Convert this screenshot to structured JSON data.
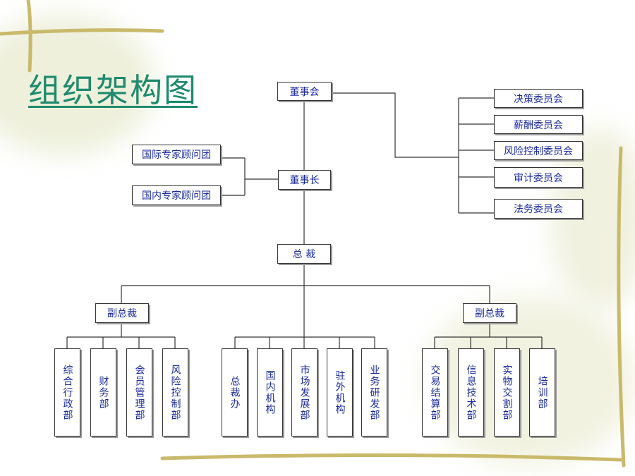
{
  "title": "组织架构图",
  "board": "董事会",
  "chairman": "董事长",
  "president": "总 裁",
  "committees": [
    "决策委员会",
    "薪酬委员会",
    "风险控制委员会",
    "审计委员会",
    "法务委员会"
  ],
  "advisors": [
    "国际专家顾问团",
    "国内专家顾问团"
  ],
  "vp_left": "副总裁",
  "vp_right": "副总裁",
  "departments_left": [
    "综合行政部",
    "财务部",
    "会员管理部",
    "风险控制部"
  ],
  "departments_center": [
    "总裁办",
    "国内机构",
    "市场发展部",
    "驻外机构",
    "业务研发部"
  ],
  "departments_right": [
    "交易结算部",
    "信息技术部",
    "实物交割部",
    "培训部"
  ],
  "colors": {
    "title": "#1e8a6e",
    "box_text": "#1a2a9c",
    "line": "#333333"
  }
}
